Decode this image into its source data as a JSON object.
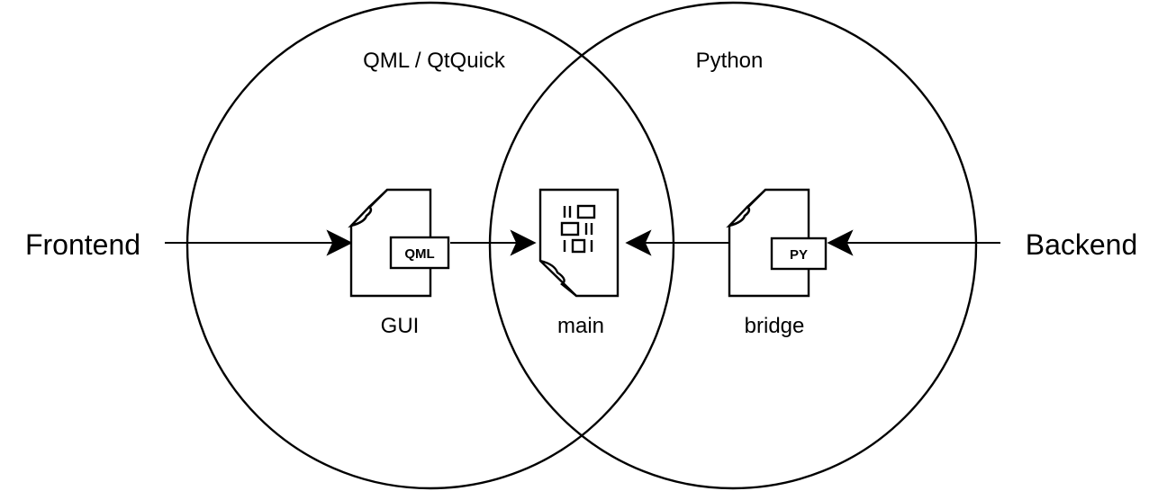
{
  "circles": {
    "left_label": "QML / QtQuick",
    "right_label": "Python"
  },
  "sides": {
    "left": "Frontend",
    "right": "Backend"
  },
  "files": {
    "gui": {
      "label": "GUI",
      "badge": "QML",
      "icon": "qml-file-icon"
    },
    "main": {
      "label": "main",
      "icon": "binary-file-icon"
    },
    "bridge": {
      "label": "bridge",
      "badge": "PY",
      "icon": "python-file-icon"
    }
  },
  "colors": {
    "stroke": "#000000",
    "background": "#ffffff"
  }
}
